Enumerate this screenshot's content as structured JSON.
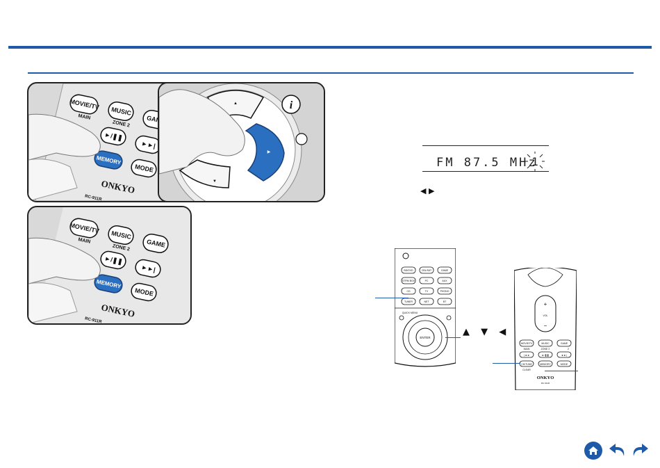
{
  "display": {
    "frequency_text": "FM 87.5 MHz",
    "channel_glyph": "1"
  },
  "instructions": {
    "arrow_keys": "◀ ▶"
  },
  "remote_small": {
    "brand": "ONKYO",
    "model": "RC-911R",
    "movie_tv": "MOVIE/TV",
    "main": "MAIN",
    "music": "MUSIC",
    "zone2": "ZONE 2",
    "game": "GAME",
    "play_pause": "►/❚❚",
    "next": "►►|",
    "memory": "MEMORY",
    "mode": "MODE"
  },
  "remote_overview": {
    "quick_menu": "QUICK MENU",
    "enter": "ENTER",
    "buttons_row1": [
      "BD/DVD",
      "CBL/SAT",
      "GAME"
    ],
    "buttons_row2": [
      "STRM BOX",
      "PC",
      "AUX"
    ],
    "buttons_row3": [
      "CD",
      "TV",
      "PHONO"
    ],
    "buttons_row4": [
      "TUNER",
      "NET",
      "BT"
    ],
    "vol": "VOL",
    "row_a": [
      "MOVIE/TV",
      "MUSIC",
      "GAME"
    ],
    "row_a_sub": [
      "MAIN",
      "ZONE 2",
      "2"
    ],
    "row_b": [
      "|◄◄",
      "►/❚❚",
      "►►|"
    ],
    "row_c": [
      "CH/TUNE",
      "MEMORY",
      "MODE"
    ],
    "clear": "CLEAR",
    "brand": "ONKYO",
    "model": "RC-911R"
  },
  "callout_arrows": "▲ ▼ ◀ ▶",
  "nav": {
    "home": "home-icon",
    "back": "back-icon",
    "forward": "forward-icon"
  },
  "colors": {
    "accent": "#1f5aa8",
    "memory_blue": "#2b6fc0"
  }
}
